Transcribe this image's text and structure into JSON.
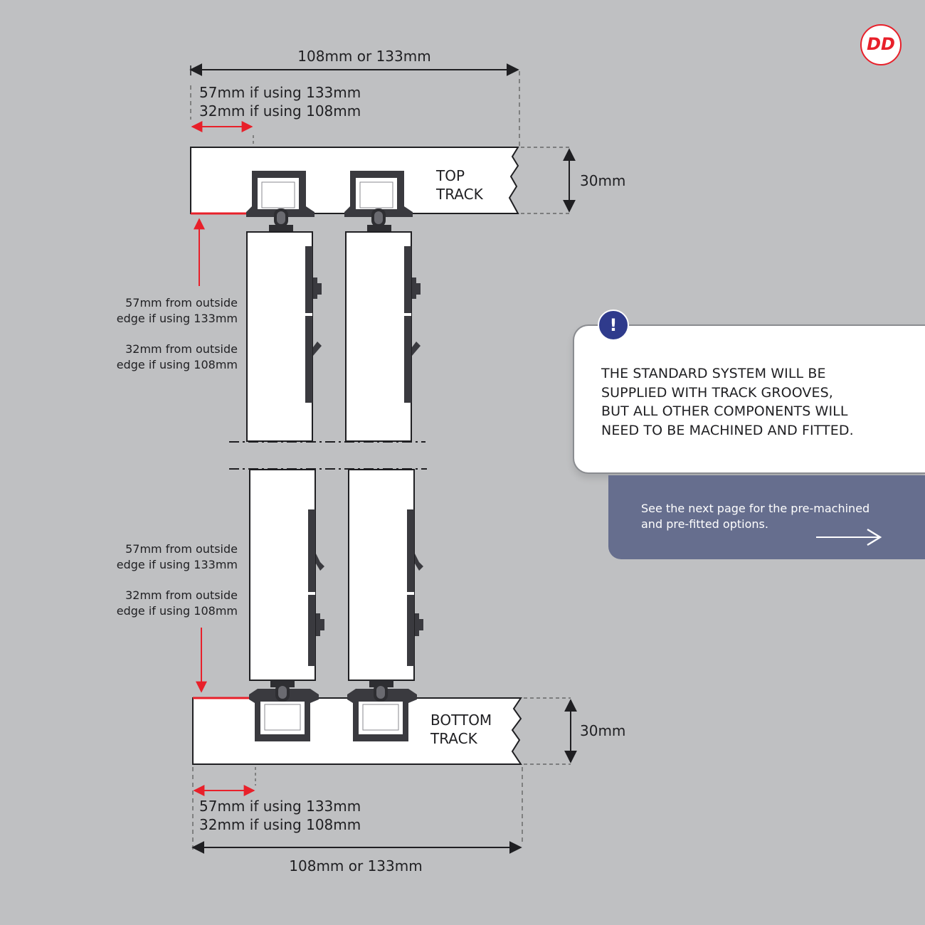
{
  "brand": {
    "logo": "DD",
    "colors": {
      "red": "#e8202a",
      "dark": "#1f1f22"
    }
  },
  "top": {
    "overall_width": "108mm or 133mm",
    "offset_line1": "57mm if using 133mm",
    "offset_line2": "32mm if using 108mm",
    "track_label_line1": "TOP",
    "track_label_line2": "TRACK",
    "height": "30mm",
    "note": [
      "57mm from outside",
      "edge if using 133mm",
      "32mm from outside",
      "edge if using 108mm"
    ]
  },
  "bottom": {
    "overall_width": "108mm or 133mm",
    "offset_line1": "57mm if using 133mm",
    "offset_line2": "32mm if using 108mm",
    "track_label_line1": "BOTTOM",
    "track_label_line2": "TRACK",
    "height": "30mm",
    "note": [
      "57mm from outside",
      "edge if using 133mm",
      "32mm from outside",
      "edge if using 108mm"
    ]
  },
  "notice": {
    "icon": "exclamation-icon",
    "lines": [
      "THE STANDARD SYSTEM WILL BE",
      "SUPPLIED WITH TRACK GROOVES,",
      "BUT ALL OTHER COMPONENTS WILL",
      "NEED TO BE MACHINED AND FITTED."
    ]
  },
  "next_page": {
    "lines": [
      "See the next page for the pre-machined",
      "and pre-fitted options."
    ],
    "icon": "arrow-right-icon"
  }
}
